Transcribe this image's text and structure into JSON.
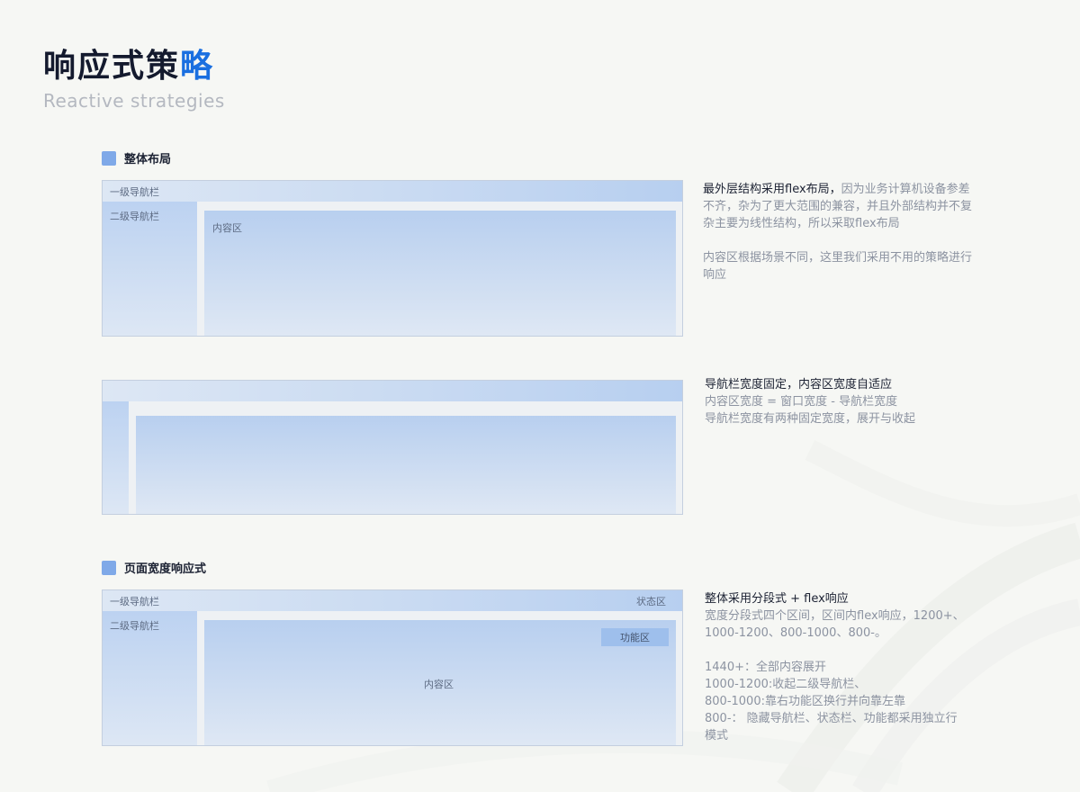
{
  "title": {
    "main": "响应式策",
    "accent": "略"
  },
  "subtitle": "Reactive strategies",
  "colors": {
    "accent": "#1a6fe0",
    "square": "#7fa9e8",
    "nav": "#b7cff0",
    "background": "#f6f7f4"
  },
  "section1": {
    "heading": "整体布局",
    "diagram": {
      "nav1": "一级导航栏",
      "nav2": "二级导航栏",
      "content": "内容区"
    },
    "desc": {
      "lead": "最外层结构采用flex布局，",
      "rest": "因为业务计算机设备参差不齐，杂为了更大范围的兼容，并且外部结构并不复杂主要为线性结构，所以采取flex布局",
      "para2": "内容区根据场景不同，这里我们采用不用的策略进行响应"
    }
  },
  "section2": {
    "desc": {
      "lead": "导航栏宽度固定，内容区宽度自适应",
      "line2": "内容区宽度 = 窗口宽度 - 导航栏宽度",
      "line3": "导航栏宽度有两种固定宽度，展开与收起"
    }
  },
  "section3": {
    "heading": "页面宽度响应式",
    "diagram": {
      "nav1": "一级导航栏",
      "status": "状态区",
      "nav2": "二级导航栏",
      "func": "功能区",
      "content": "内容区"
    },
    "desc": {
      "lead": "整体采用分段式 + flex响应",
      "line2": "宽度分段式四个区间，区间内flex响应，1200+、1000-1200、800-1000、800-。",
      "rules": [
        "1440+：全部内容展开",
        "1000-1200:收起二级导航栏、",
        "800-1000:靠右功能区换行并向靠左靠",
        "800-： 隐藏导航栏、状态栏、功能都采用独立行模式"
      ]
    }
  }
}
